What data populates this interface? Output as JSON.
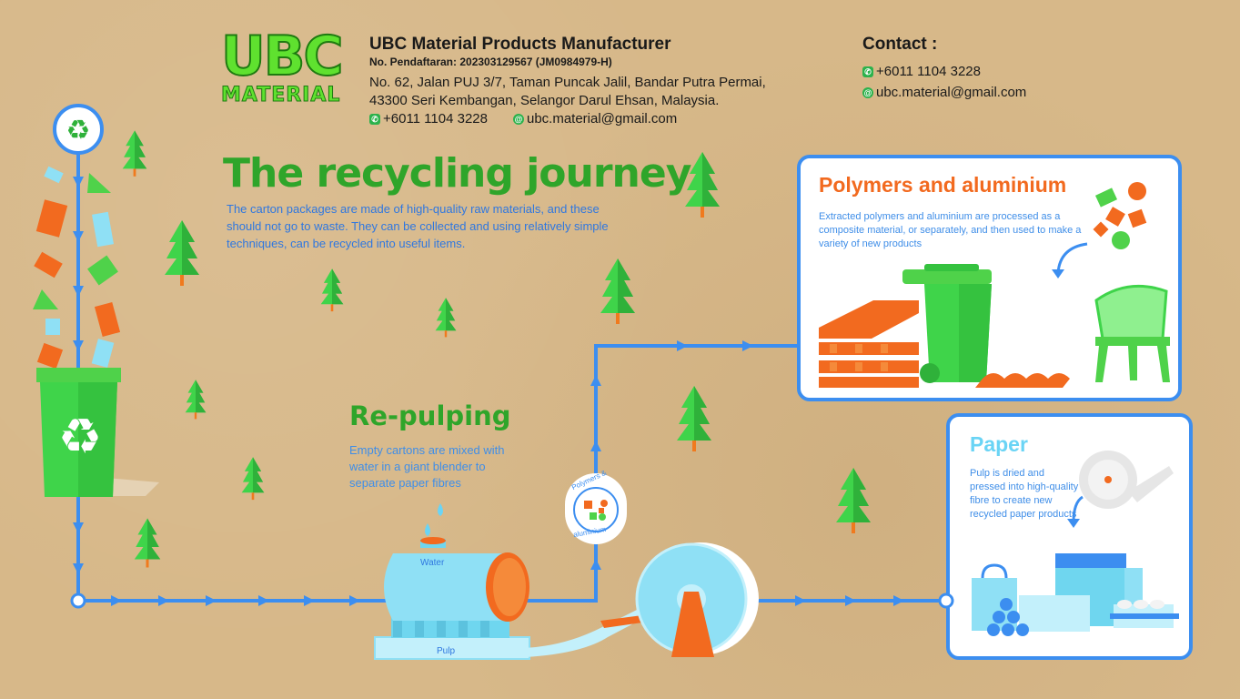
{
  "logo": {
    "top": "UBC",
    "bottom": "MATERIAL"
  },
  "company": {
    "name": "UBC Material Products Manufacturer",
    "reg": "No. Pendaftaran: 202303129567 (JM0984979-H)",
    "address_line1": "No. 62, Jalan PUJ 3/7, Taman Puncak Jalil, Bandar Putra Permai,",
    "address_line2": "43300 Seri Kembangan, Selangor Darul Ehsan, Malaysia.",
    "phone": "+6011 1104 3228",
    "email": "ubc.material@gmail.com"
  },
  "contact": {
    "title": "Contact :",
    "phone": "+6011 1104 3228",
    "email": "ubc.material@gmail.com"
  },
  "title": "The recycling journey",
  "intro": "The carton packages are made of high-quality raw materials, and these should not go to waste. They can be collected and using relatively simple techniques, can be recycled into useful items.",
  "repulping": {
    "heading": "Re-pulping",
    "text": "Empty cartons are mixed with water in a giant blender to separate paper fibres"
  },
  "tank": {
    "water_label": "Water",
    "pulp_label": "Pulp"
  },
  "badge": {
    "line1": "Polymers &",
    "line2": "aluminium"
  },
  "polymers_card": {
    "heading": "Polymers and aluminium",
    "text": "Extracted polymers and aluminium are processed as a composite material, or separately, and then used to make a variety of new products"
  },
  "paper_card": {
    "heading": "Paper",
    "text": "Pulp is dried and pressed into high-quality fibre to create new recycled paper products"
  },
  "colors": {
    "accent_green": "#2fa52a",
    "flow_blue": "#3c8ef0",
    "orange": "#f26a1f",
    "light_blue": "#6ad4f5"
  },
  "icons": [
    "recycle-icon",
    "whatsapp-icon",
    "email-icon",
    "tree-icon"
  ]
}
